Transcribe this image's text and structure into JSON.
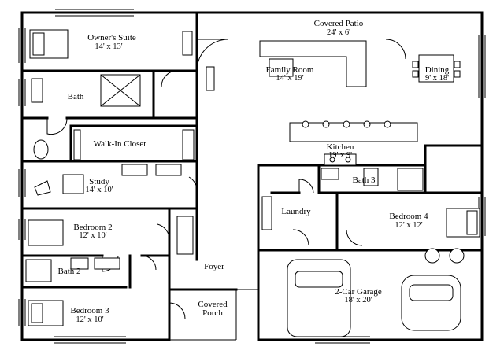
{
  "rooms": {
    "owners_suite": {
      "name": "Owner's Suite",
      "dims": "14' x 13'"
    },
    "covered_patio": {
      "name": "Covered Patio",
      "dims": "24' x 6'"
    },
    "family_room": {
      "name": "Family Room",
      "dims": "14' x 19'"
    },
    "dining": {
      "name": "Dining",
      "dims": "9' x 18'"
    },
    "bath": {
      "name": "Bath"
    },
    "walk_in_closet": {
      "name": "Walk-In Closet"
    },
    "kitchen": {
      "name": "Kitchen",
      "dims": "19' x 9'"
    },
    "study": {
      "name": "Study",
      "dims": "14' x 10'"
    },
    "bath_3": {
      "name": "Bath 3"
    },
    "laundry": {
      "name": "Laundry"
    },
    "bedroom_4": {
      "name": "Bedroom 4",
      "dims": "12' x 12'"
    },
    "bedroom_2": {
      "name": "Bedroom 2",
      "dims": "12' x 10'"
    },
    "bath_2": {
      "name": "Bath 2"
    },
    "foyer": {
      "name": "Foyer"
    },
    "garage": {
      "name": "2-Car Garage",
      "dims": "18' x 20'"
    },
    "bedroom_3": {
      "name": "Bedroom 3",
      "dims": "12' x 10'"
    },
    "covered_porch": {
      "name": "Covered",
      "name2": "Porch"
    }
  }
}
